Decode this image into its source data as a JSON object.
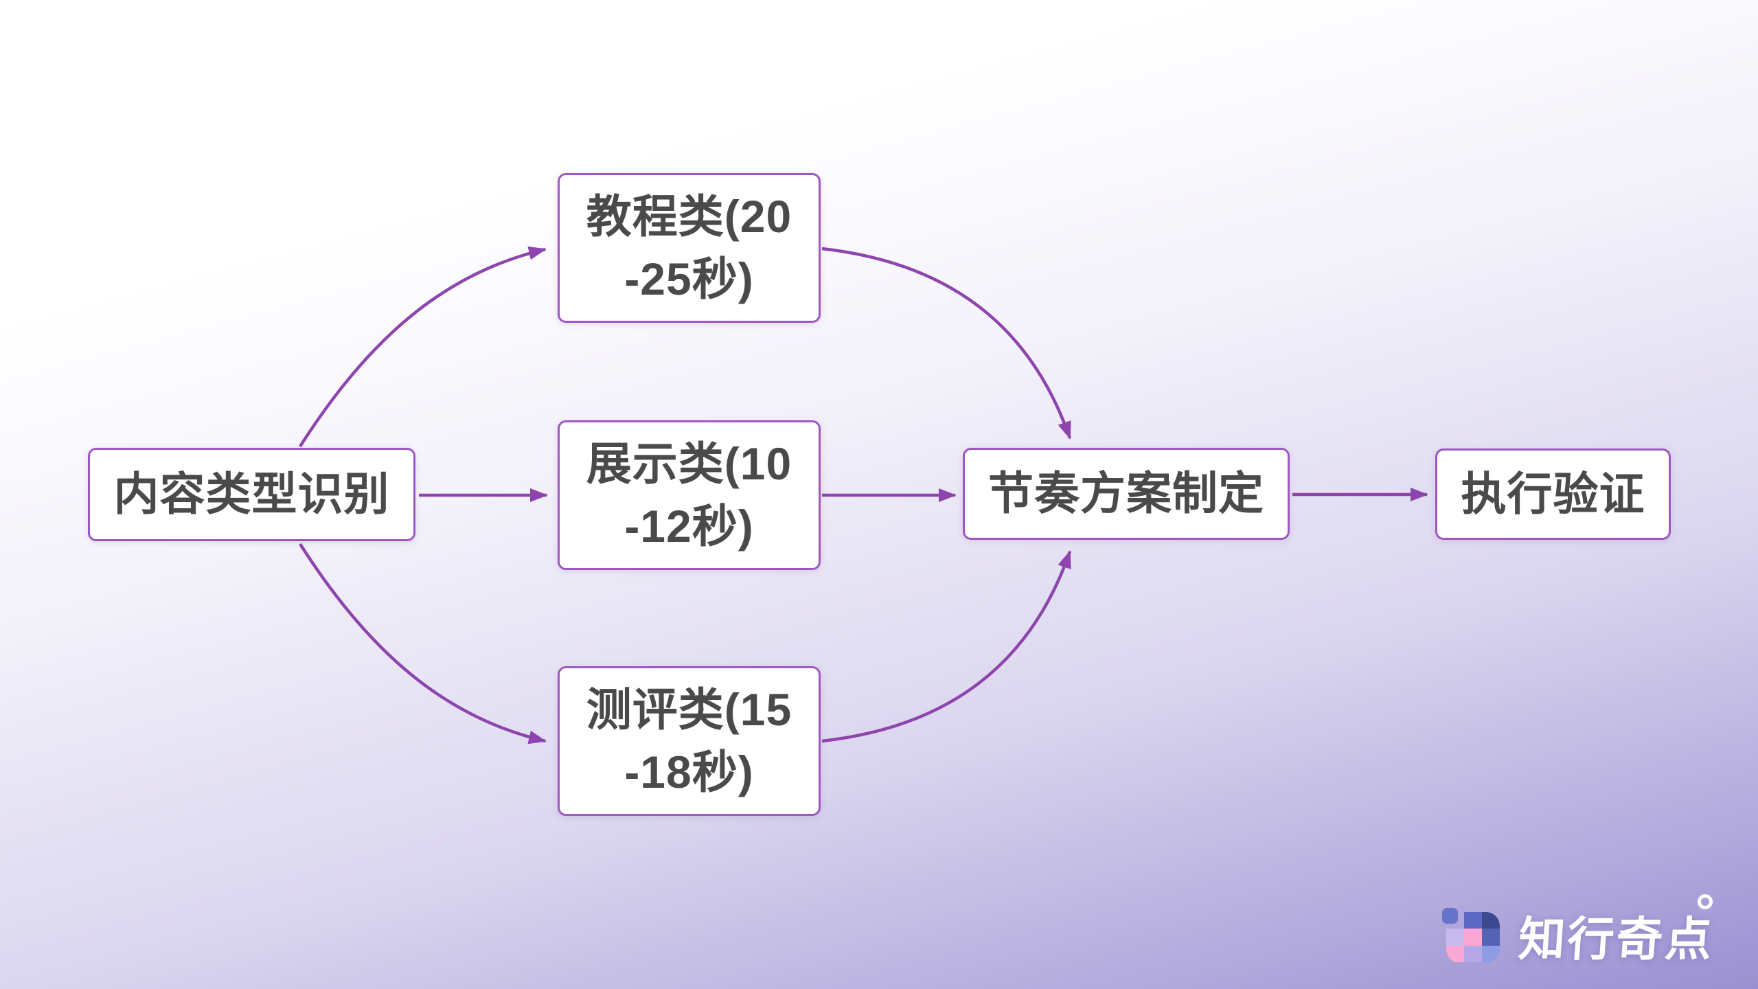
{
  "colors": {
    "bg_top": "#ffffff",
    "bg_mid1": "#f4f2fa",
    "bg_mid2": "#dbd6ef",
    "bg_deep": "#9b90d2",
    "node_bg": "#ffffff",
    "node_border": "#9c57c1",
    "node_text": "#4a4a4a",
    "edge": "#8d44ad",
    "logo_text": "#ffffff"
  },
  "flowchart": {
    "nodes": [
      {
        "id": "content-type-recognition",
        "label": "内容类型识别",
        "lines": [
          "内容类型识别"
        ]
      },
      {
        "id": "tutorial-type",
        "label": "教程类(20-25秒)",
        "duration": "20-25秒",
        "lines": [
          "教程类(20",
          "-25秒)"
        ]
      },
      {
        "id": "showcase-type",
        "label": "展示类(10-12秒)",
        "duration": "10-12秒",
        "lines": [
          "展示类(10",
          "-12秒)"
        ]
      },
      {
        "id": "review-type",
        "label": "测评类(15-18秒)",
        "duration": "15-18秒",
        "lines": [
          "测评类(15",
          "-18秒)"
        ]
      },
      {
        "id": "pacing-plan",
        "label": "节奏方案制定",
        "lines": [
          "节奏方案制定"
        ]
      },
      {
        "id": "execution-verification",
        "label": "执行验证",
        "lines": [
          "执行验证"
        ]
      }
    ],
    "edges": [
      {
        "from": "content-type-recognition",
        "to": "tutorial-type"
      },
      {
        "from": "content-type-recognition",
        "to": "showcase-type"
      },
      {
        "from": "content-type-recognition",
        "to": "review-type"
      },
      {
        "from": "tutorial-type",
        "to": "pacing-plan"
      },
      {
        "from": "showcase-type",
        "to": "pacing-plan"
      },
      {
        "from": "review-type",
        "to": "pacing-plan"
      },
      {
        "from": "pacing-plan",
        "to": "execution-verification"
      }
    ]
  },
  "branding": {
    "logo_text": "知行奇点",
    "logo_icon": {
      "name": "zhixing-qidian-logo-icon",
      "cells": {
        "detached": "#6773c8",
        "r1c2": "#5b68c4",
        "r1c3": "#3c4890",
        "r2c1": "#c8baef",
        "r2c2": "#f8a8d2",
        "r2c3": "#5463b4",
        "r3c1": "#f9a9d3",
        "r3c2": "#b5a8e8",
        "r3c3": "#8f9be4"
      }
    }
  }
}
